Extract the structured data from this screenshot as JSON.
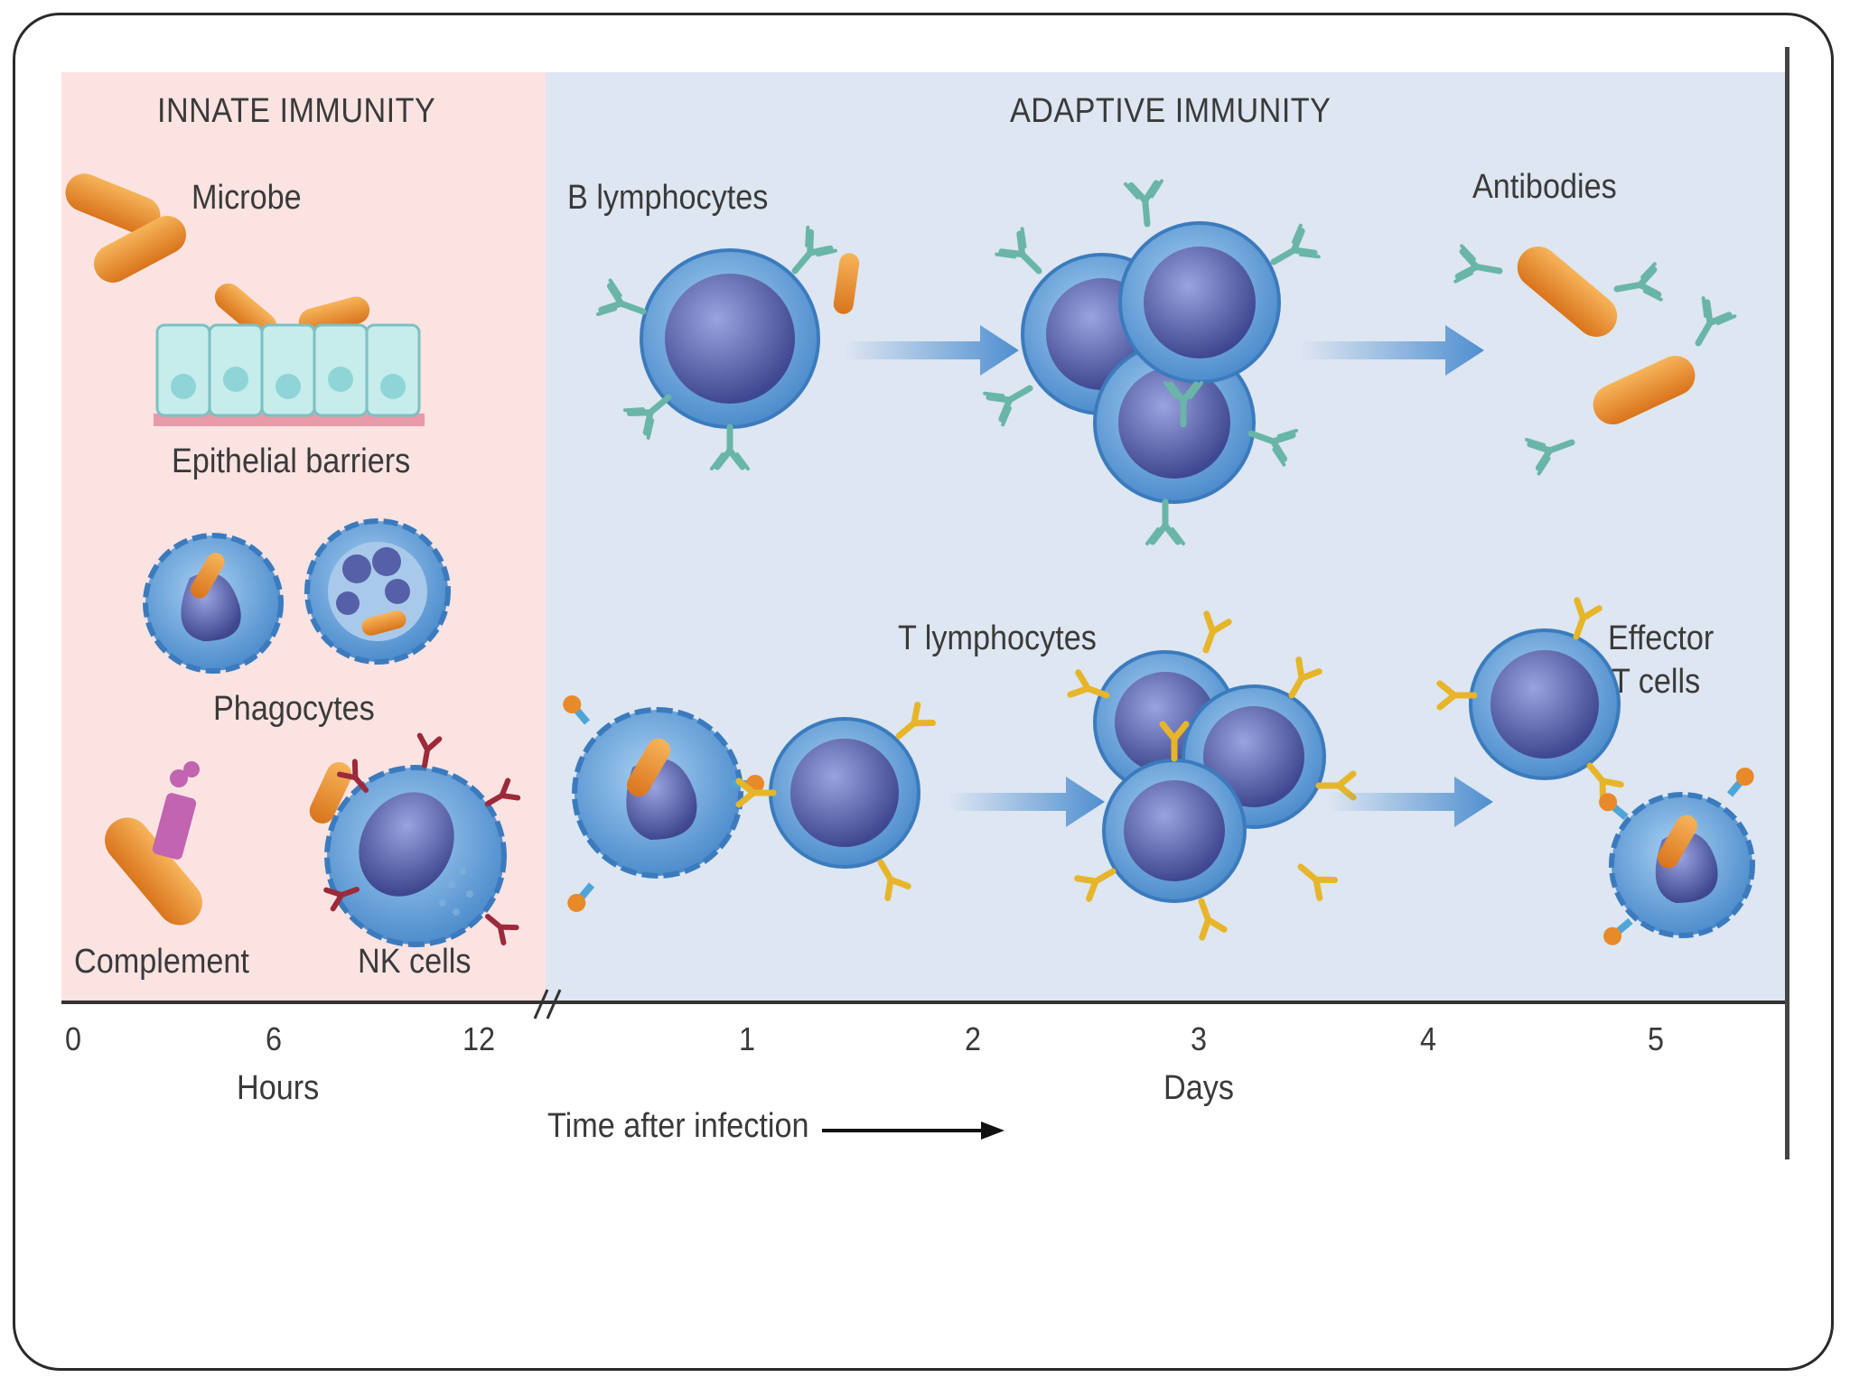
{
  "sections": {
    "innate": "INNATE IMMUNITY",
    "adaptive": "ADAPTIVE IMMUNITY"
  },
  "labels": {
    "microbe": "Microbe",
    "epithelial_barriers": "Epithelial barriers",
    "phagocytes": "Phagocytes",
    "complement": "Complement",
    "nk_cells": "NK cells",
    "b_lymphocytes": "B lymphocytes",
    "antibodies": "Antibodies",
    "t_lymphocytes": "T lymphocytes",
    "effector_line1": "Effector",
    "effector_line2": "T cells"
  },
  "axis": {
    "hour_ticks": [
      "0",
      "6",
      "12"
    ],
    "day_ticks": [
      "1",
      "2",
      "3",
      "4",
      "5"
    ],
    "hours_label": "Hours",
    "days_label": "Days",
    "time_label": "Time after infection"
  },
  "colors": {
    "innate_bg": "#fbe3e2",
    "adaptive_bg": "#dde6f1",
    "microbe": "#e8892a",
    "cell": "#4f8fcf",
    "nucleus": "#4e58a6",
    "antibody": "#69b5a8",
    "receptor": "#e7b52a",
    "arrow": "#4f8fd0"
  }
}
